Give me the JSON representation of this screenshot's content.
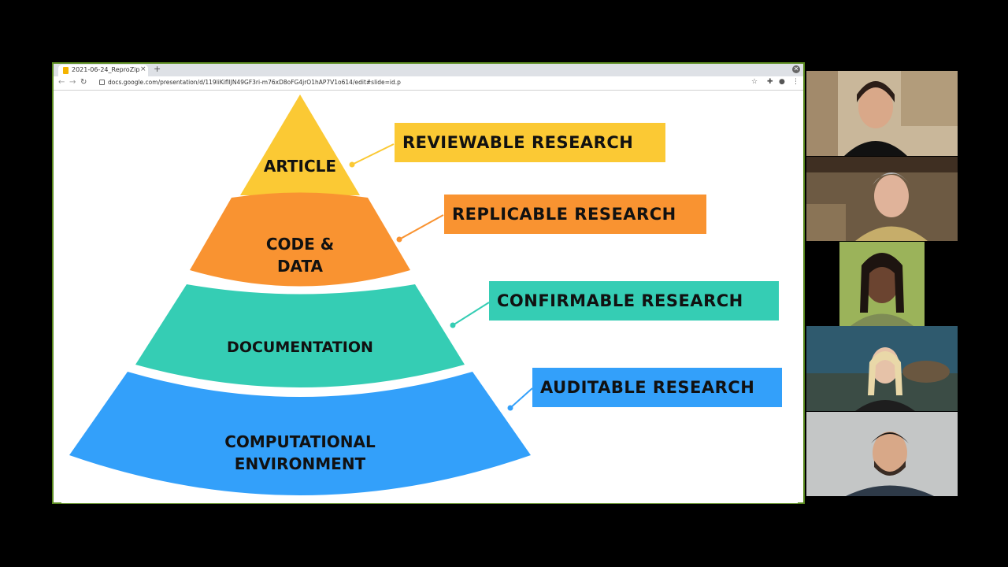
{
  "browser": {
    "tab_title": "2021-06-24_ReproZip",
    "tab_close": "×",
    "new_tab": "+",
    "url": "docs.google.com/presentation/d/119liKifllJN49GF3ri-m76xD8oFG4jrO1hAP7V1o614/edit#slide=id.p",
    "icons": [
      "back-arrow-icon",
      "forward-arrow-icon",
      "reload-icon",
      "lock-icon",
      "star-icon",
      "extensions-icon",
      "profile-icon",
      "menu-icon"
    ]
  },
  "slide": {
    "pyramid": [
      {
        "lines": [
          "ARTICLE"
        ],
        "color": "#fbc934"
      },
      {
        "lines": [
          "CODE &",
          "DATA"
        ],
        "color": "#f99331"
      },
      {
        "lines": [
          "DOCUMENTATION"
        ],
        "color": "#35cdb4"
      },
      {
        "lines": [
          "COMPUTATIONAL",
          "ENVIRONMENT"
        ],
        "color": "#33a0fa"
      }
    ],
    "labels": [
      {
        "text": "REVIEWABLE RESEARCH",
        "color": "#fbc934"
      },
      {
        "text": "REPLICABLE RESEARCH",
        "color": "#f99331"
      },
      {
        "text": "CONFIRMABLE RESEARCH",
        "color": "#35cdb4"
      },
      {
        "text": "AUDITABLE RESEARCH",
        "color": "#33a0fa"
      }
    ]
  },
  "participants": [
    {
      "name": "participant-1",
      "bg": "#c9b79a"
    },
    {
      "name": "participant-2",
      "bg": "#6d5a43"
    },
    {
      "name": "participant-3",
      "bg": "#9bb35a"
    },
    {
      "name": "participant-4",
      "bg": "#2f5a6e"
    },
    {
      "name": "participant-5",
      "bg": "#c4c6c6"
    }
  ]
}
